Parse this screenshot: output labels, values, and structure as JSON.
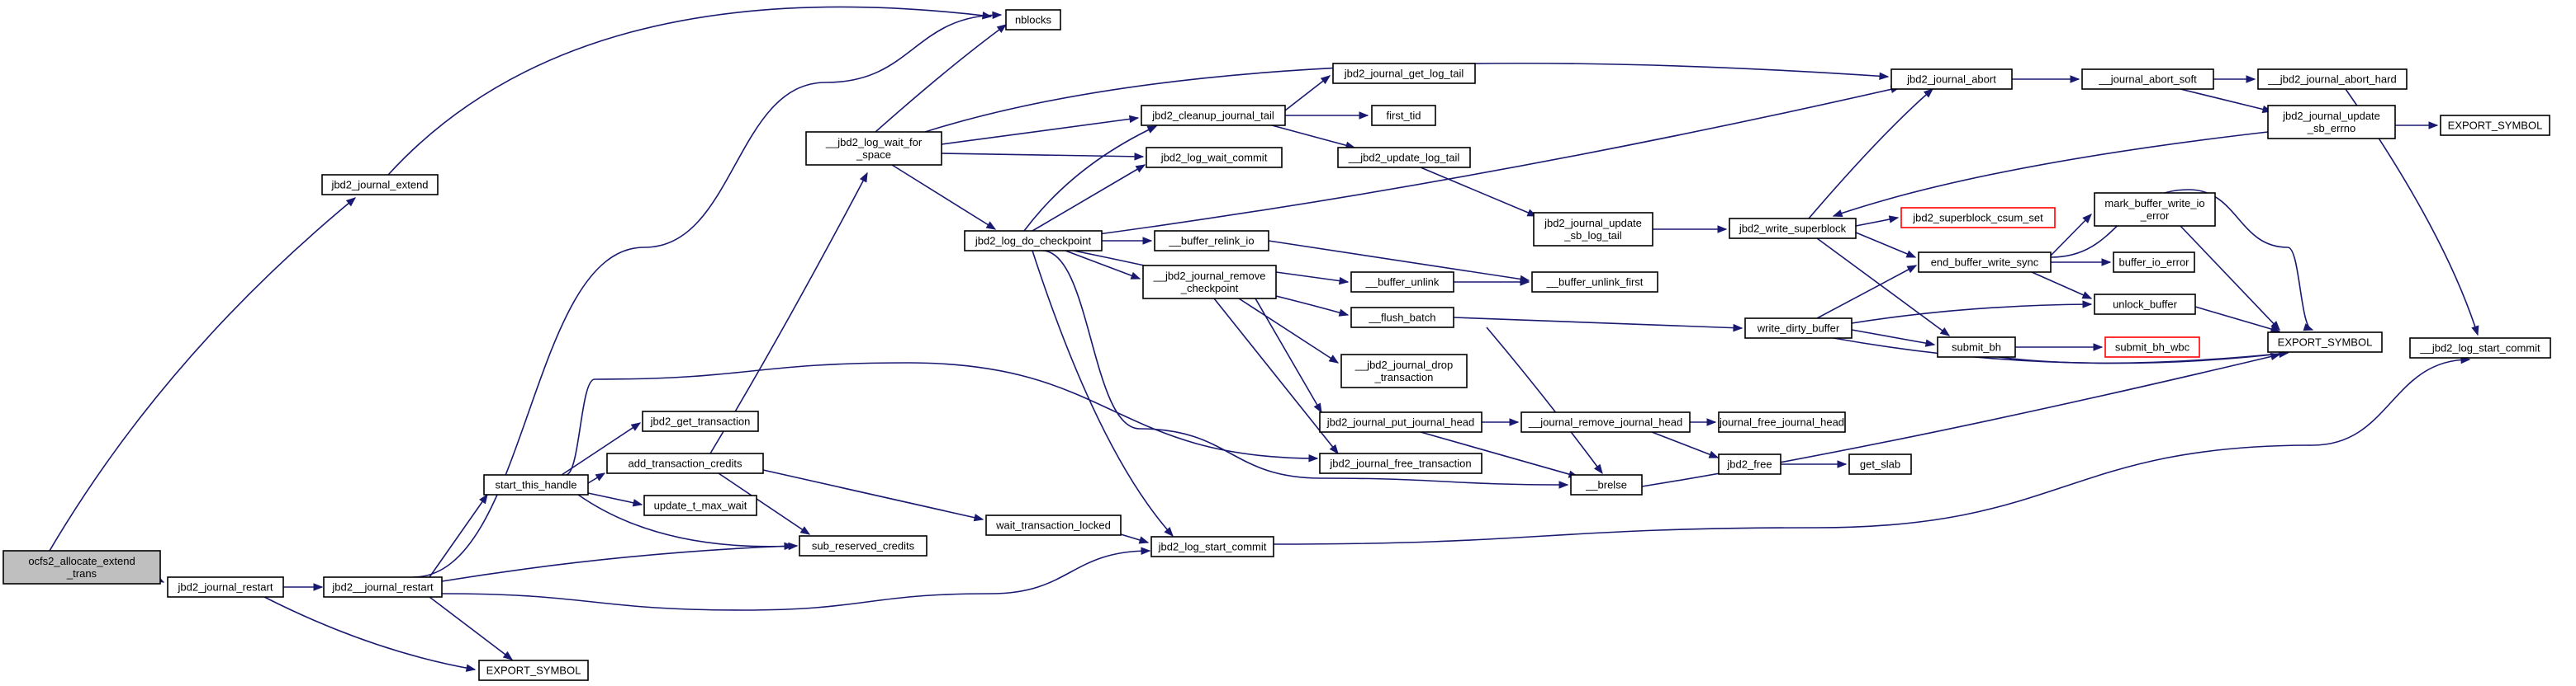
{
  "graph": {
    "colors": {
      "edge": "#191970",
      "node_border": "#000000",
      "root_fill": "#bfbfbf",
      "missing_border": "#ff0000"
    },
    "nodes": [
      {
        "id": "root",
        "lines": [
          "ocfs2_allocate_extend",
          "_trans"
        ],
        "style": "root"
      },
      {
        "id": "jext",
        "lines": [
          "jbd2_journal_extend"
        ]
      },
      {
        "id": "jrestart",
        "lines": [
          "jbd2_journal_restart"
        ]
      },
      {
        "id": "nblocks",
        "lines": [
          "nblocks"
        ]
      },
      {
        "id": "jrestart2",
        "lines": [
          "jbd2__journal_restart"
        ]
      },
      {
        "id": "export1",
        "lines": [
          "EXPORT_SYMBOL"
        ]
      },
      {
        "id": "logwait",
        "lines": [
          "__jbd2_log_wait_for",
          "_space"
        ]
      },
      {
        "id": "starthandle",
        "lines": [
          "start_this_handle"
        ]
      },
      {
        "id": "gettrans",
        "lines": [
          "jbd2_get_transaction"
        ]
      },
      {
        "id": "addcred",
        "lines": [
          "add_transaction_credits"
        ]
      },
      {
        "id": "updtmax",
        "lines": [
          "update_t_max_wait"
        ]
      },
      {
        "id": "subres",
        "lines": [
          "sub_reserved_credits"
        ]
      },
      {
        "id": "waitlocked",
        "lines": [
          "wait_transaction_locked"
        ]
      },
      {
        "id": "logstart",
        "lines": [
          "jbd2_log_start_commit"
        ]
      },
      {
        "id": "docheck",
        "lines": [
          "jbd2_log_do_checkpoint"
        ]
      },
      {
        "id": "cleanup",
        "lines": [
          "jbd2_cleanup_journal_tail"
        ]
      },
      {
        "id": "waitcommit",
        "lines": [
          "jbd2_log_wait_commit"
        ]
      },
      {
        "id": "gettail",
        "lines": [
          "jbd2_journal_get_log_tail"
        ]
      },
      {
        "id": "firsttid",
        "lines": [
          "first_tid"
        ]
      },
      {
        "id": "updlogtail",
        "lines": [
          "__jbd2_update_log_tail"
        ]
      },
      {
        "id": "relink",
        "lines": [
          "__buffer_relink_io"
        ]
      },
      {
        "id": "removeckpt",
        "lines": [
          "__jbd2_journal_remove",
          "_checkpoint"
        ]
      },
      {
        "id": "flushbatch",
        "lines": [
          "__flush_batch"
        ]
      },
      {
        "id": "bunlink",
        "lines": [
          "__buffer_unlink"
        ]
      },
      {
        "id": "bunlinkfirst",
        "lines": [
          "__buffer_unlink_first"
        ]
      },
      {
        "id": "droptrans",
        "lines": [
          "__jbd2_journal_drop",
          "_transaction"
        ]
      },
      {
        "id": "puthead",
        "lines": [
          "jbd2_journal_put_journal_head"
        ]
      },
      {
        "id": "freetrans",
        "lines": [
          "jbd2_journal_free_transaction"
        ]
      },
      {
        "id": "brelse",
        "lines": [
          "__brelse"
        ]
      },
      {
        "id": "removehead",
        "lines": [
          "__journal_remove_journal_head"
        ]
      },
      {
        "id": "freehead",
        "lines": [
          "journal_free_journal_head"
        ]
      },
      {
        "id": "jfree",
        "lines": [
          "jbd2_free"
        ]
      },
      {
        "id": "getslab",
        "lines": [
          "get_slab"
        ]
      },
      {
        "id": "jabort",
        "lines": [
          "jbd2_journal_abort"
        ]
      },
      {
        "id": "abortsoft",
        "lines": [
          "__journal_abort_soft"
        ]
      },
      {
        "id": "aborthard",
        "lines": [
          "__jbd2_journal_abort_hard"
        ]
      },
      {
        "id": "updsberrno",
        "lines": [
          "jbd2_journal_update",
          "_sb_errno"
        ]
      },
      {
        "id": "export2",
        "lines": [
          "EXPORT_SYMBOL"
        ]
      },
      {
        "id": "updsblogtail",
        "lines": [
          "jbd2_journal_update",
          "_sb_log_tail"
        ]
      },
      {
        "id": "writesb",
        "lines": [
          "jbd2_write_superblock"
        ]
      },
      {
        "id": "csumset",
        "lines": [
          "jbd2_superblock_csum_set"
        ],
        "style": "red"
      },
      {
        "id": "endsync",
        "lines": [
          "end_buffer_write_sync"
        ]
      },
      {
        "id": "markerr",
        "lines": [
          "mark_buffer_write_io",
          "_error"
        ]
      },
      {
        "id": "bioerr",
        "lines": [
          "buffer_io_error"
        ]
      },
      {
        "id": "unlockbuf",
        "lines": [
          "unlock_buffer"
        ]
      },
      {
        "id": "writedirty",
        "lines": [
          "write_dirty_buffer"
        ]
      },
      {
        "id": "submitbh",
        "lines": [
          "submit_bh"
        ]
      },
      {
        "id": "submitwbc",
        "lines": [
          "submit_bh_wbc"
        ],
        "style": "red"
      },
      {
        "id": "export3",
        "lines": [
          "EXPORT_SYMBOL"
        ]
      },
      {
        "id": "logstart2",
        "lines": [
          "__jbd2_log_start_commit"
        ]
      }
    ]
  }
}
